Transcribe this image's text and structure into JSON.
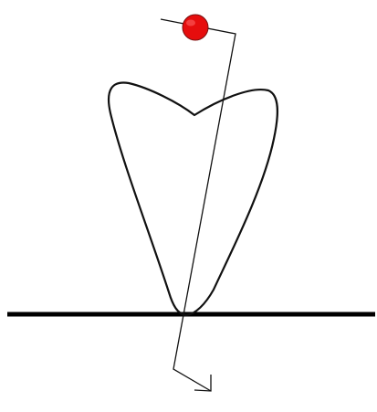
{
  "diagram": {
    "type": "line-diagram",
    "components": [
      "tooth-outline",
      "ground-line",
      "red-marker-dot",
      "force-path-line",
      "arrow-head"
    ],
    "colors": {
      "background": "#ffffff",
      "stroke": "#111111",
      "ground": "#000000",
      "marker_fill": "#e60d0d",
      "marker_stroke": "#7a1010"
    }
  }
}
